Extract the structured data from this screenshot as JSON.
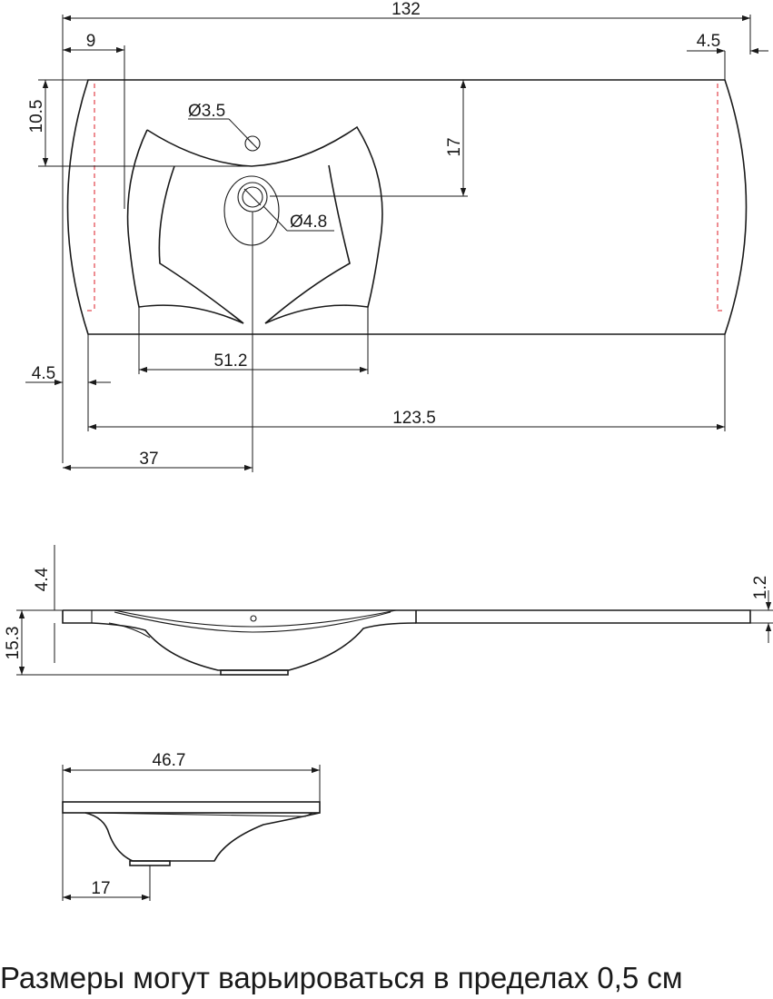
{
  "dimensions": {
    "overall_length": "132",
    "left_offset": "9",
    "right_overhang": "4.5",
    "depth_to_bowl": "10.5",
    "overflow_hole": "Ø3.5",
    "bowl_depth_offset": "17",
    "drain_hole": "Ø4.8",
    "bowl_width": "51.2",
    "left_overhang": "4.5",
    "inner_length": "123.5",
    "drain_position": "37",
    "side_top_height": "4.4",
    "side_total_height": "15.3",
    "edge_thickness": "1.2",
    "profile_depth": "46.7",
    "profile_drain_offset": "17"
  },
  "note": "Размеры могут варьироваться в пределах 0,5 см",
  "colors": {
    "line": "#1a1a1a",
    "hidden_line": "#e0303a",
    "background": "#ffffff"
  }
}
